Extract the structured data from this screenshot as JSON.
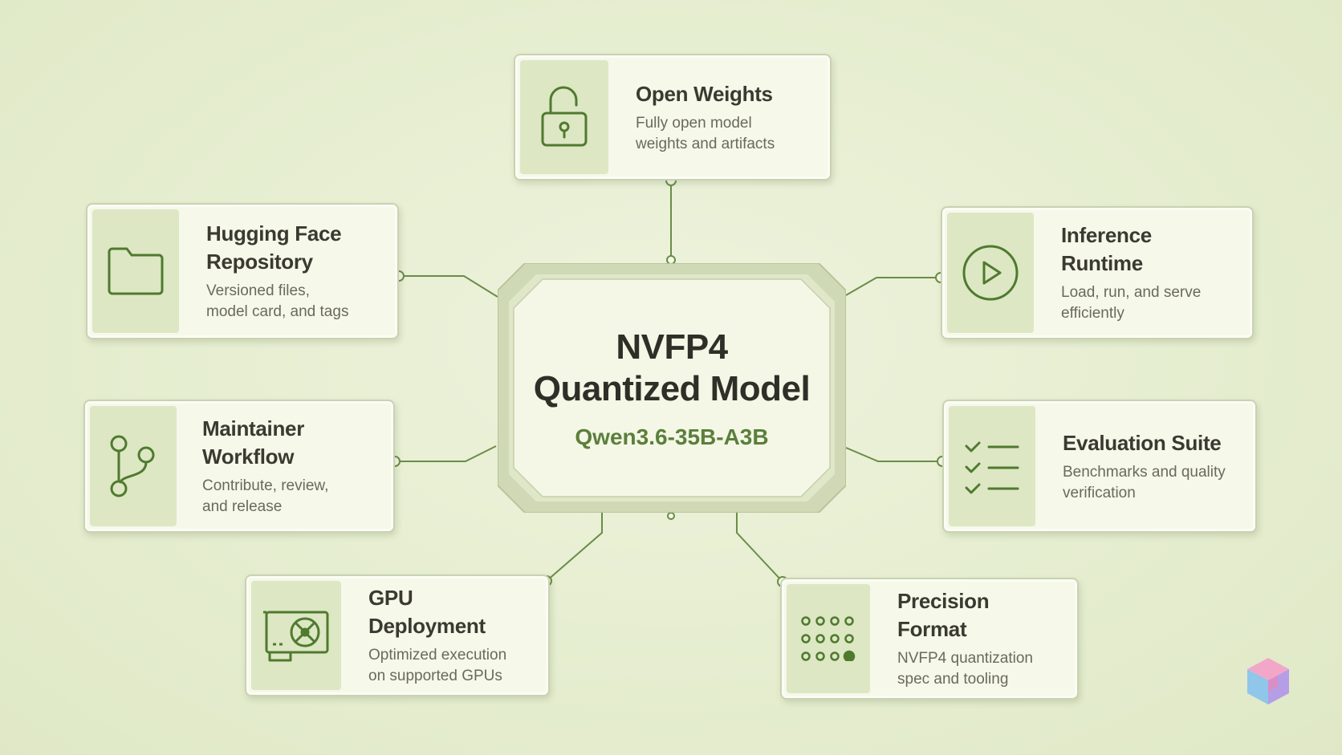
{
  "colors": {
    "background": "#e5edcf",
    "card_fill": "#f6f8ea",
    "icon_panel": "#dde7c4",
    "accent_green": "#5b7f3b",
    "line": "#6b8c47"
  },
  "center": {
    "title": "NVFP4\nQuantized Model",
    "subtitle": "Qwen3.6-35B-A3B"
  },
  "nodes": {
    "open_weights": {
      "title": "Open Weights",
      "description": "Fully open model\nweights and artifacts",
      "icon": "unlocked-padlock-icon"
    },
    "hugging_face": {
      "title": "Hugging Face\nRepository",
      "description": "Versioned files,\nmodel card, and tags",
      "icon": "folder-icon"
    },
    "inference": {
      "title": "Inference Runtime",
      "description": "Load, run, and serve\nefficiently",
      "icon": "play-circle-icon"
    },
    "maintainer": {
      "title": "Maintainer Workflow",
      "description": "Contribute, review,\nand release",
      "icon": "git-branch-icon"
    },
    "evaluation": {
      "title": "Evaluation Suite",
      "description": "Benchmarks and quality\nverification",
      "icon": "checklist-icon"
    },
    "gpu": {
      "title": "GPU Deployment",
      "description": "Optimized execution\non supported GPUs",
      "icon": "gpu-card-icon"
    },
    "precision": {
      "title": "Precision Format",
      "description": "NVFP4 quantization\nspec and tooling",
      "icon": "dot-grid-icon"
    }
  }
}
